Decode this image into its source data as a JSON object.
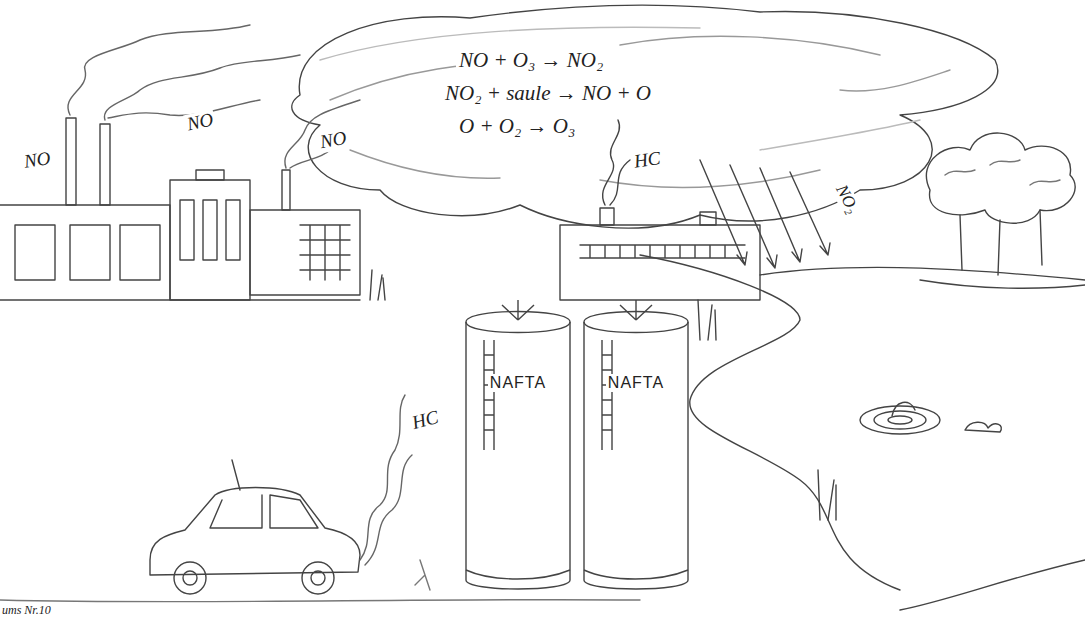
{
  "diagram": {
    "nodes": [
      {
        "text": [
          "NO + O₃ → NO₂",
          "NO₂ + saule → NO + O",
          "O + O₂ → O₃"
        ]
      },
      {
        "text": [
          "NAFTA"
        ]
      },
      {
        "text": [
          "NAFTA"
        ]
      }
    ],
    "labels": [
      "NO",
      "NO",
      "NO",
      "HC",
      "HC",
      "NO₂",
      "ums Nr.10"
    ]
  }
}
